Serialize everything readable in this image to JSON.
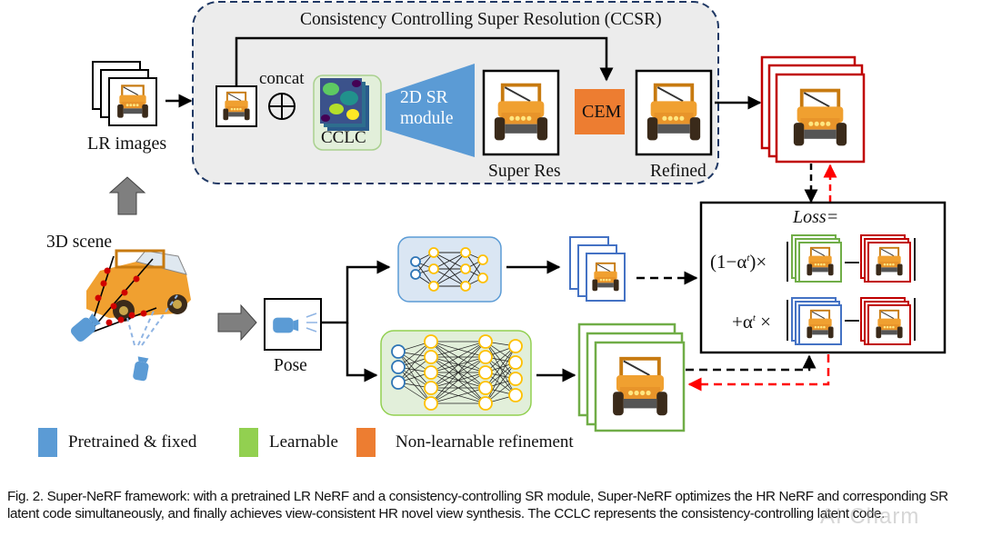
{
  "figure": {
    "ccsr_title": "Consistency Controlling Super Resolution (CCSR)",
    "labels": {
      "lr_images": "LR images",
      "concat": "concat",
      "cclc": "CCLC",
      "sr_module_line1": "2D SR",
      "sr_module_line2": "module",
      "super_res": "Super Res",
      "cem": "CEM",
      "refined": "Refined",
      "scene_3d": "3D scene",
      "pose": "Pose",
      "loss_title": "Loss=",
      "loss_term1_coef": "(1−α",
      "loss_term1_sup": "t",
      "loss_term1_tail": ")×",
      "loss_term2_coef": "+α",
      "loss_term2_sup": "t",
      "loss_term2_tail": " ×",
      "minus": "—"
    },
    "icons": {
      "image_stack": "jeep-image-stack-icon",
      "concat_op": "circle-plus-icon",
      "camera": "camera-icon",
      "network": "neural-network-icon",
      "block_arrow": "block-arrow-icon"
    },
    "legend": [
      {
        "label": "Pretrained & fixed",
        "color": "#5b9bd5"
      },
      {
        "label": "Learnable",
        "color": "#92d050"
      },
      {
        "label": "Non-learnable refinement",
        "color": "#ed7d31"
      }
    ],
    "colors": {
      "ccsr_border": "#1f3864",
      "ccsr_fill": "#ececec",
      "pretrained_blue": "#5b9bd5",
      "learnable_green": "#70ad47",
      "cem_orange": "#ed7d31",
      "hr_red": "#c00000",
      "feedback_red": "#ff0000",
      "node_yellow": "#ffc000"
    }
  },
  "caption": "Fig. 2. Super-NeRF framework: with a pretrained LR NeRF and a consistency-controlling SR module, Super-NeRF optimizes the HR NeRF and corresponding SR latent code simultaneously, and finally achieves view-consistent HR novel view synthesis. The CCLC represents the consistency-controlling latent code.",
  "watermark": "AI Charm"
}
